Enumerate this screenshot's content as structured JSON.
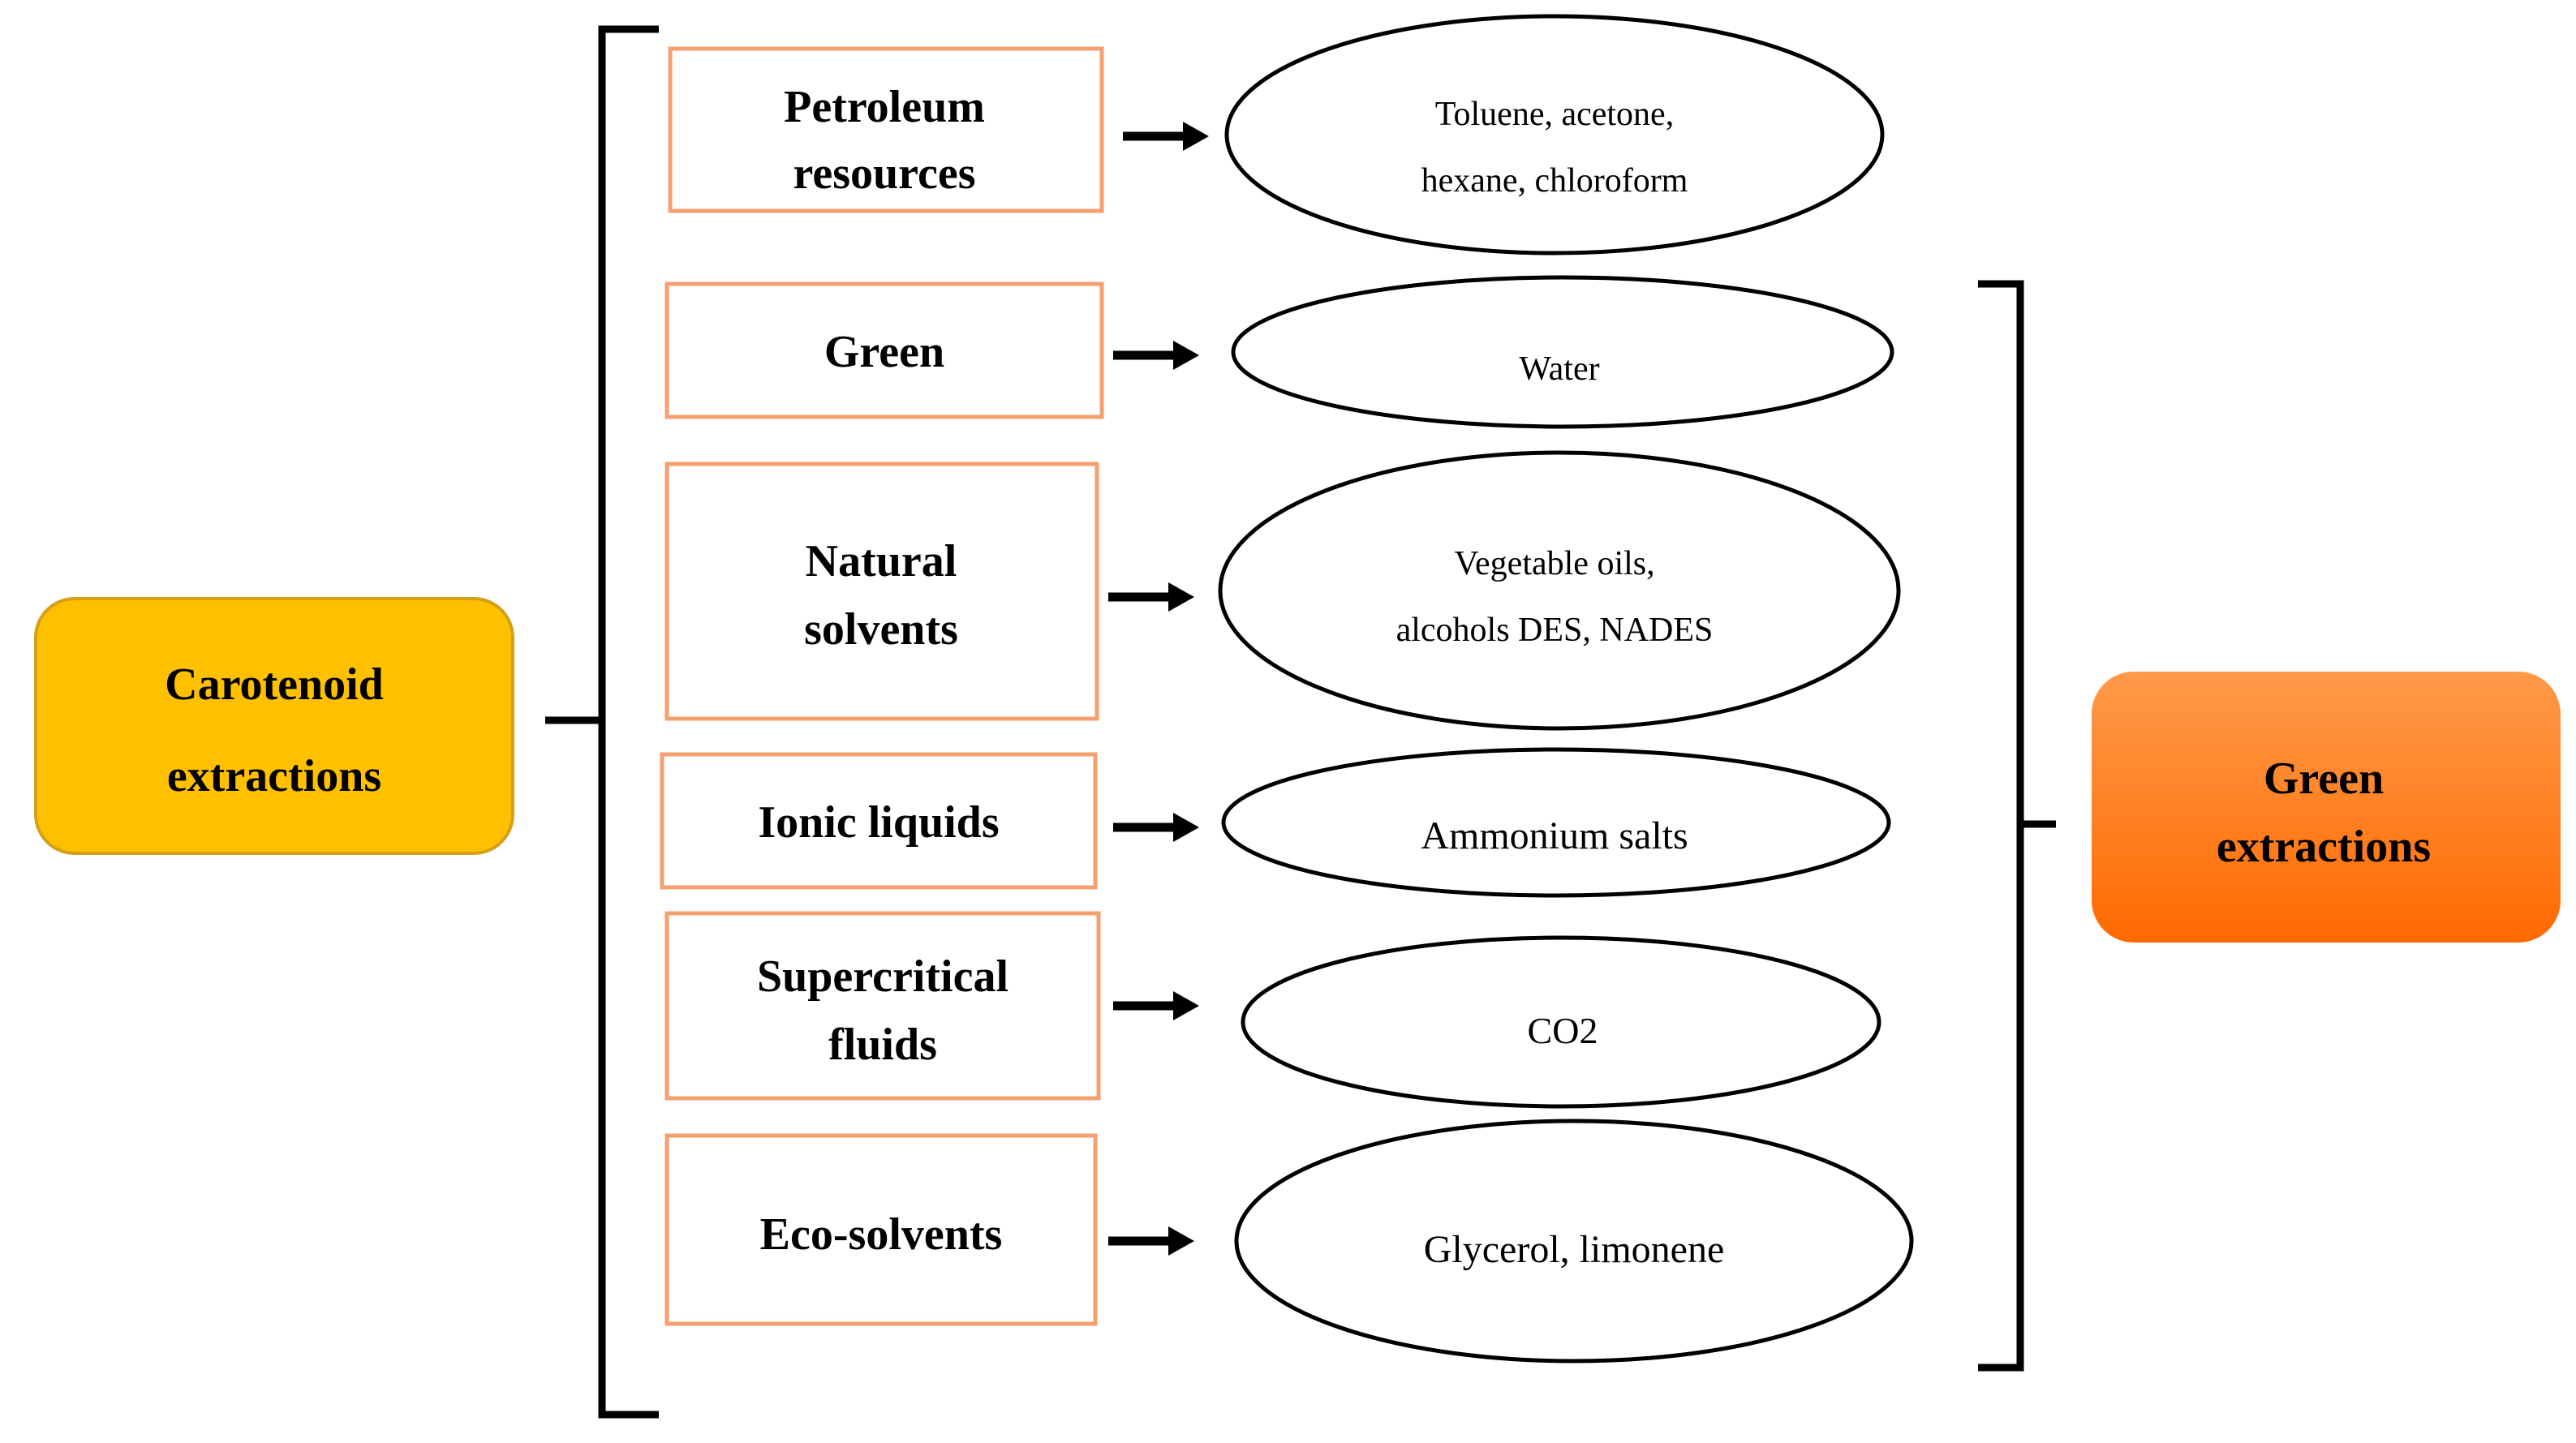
{
  "left_node": {
    "lines": [
      "Carotenoid",
      "extractions"
    ],
    "color": "#FFC000",
    "border": "#D4A017"
  },
  "right_node": {
    "lines": [
      "Green",
      "extractions"
    ],
    "color_top": "#FF9A4A",
    "color_bottom": "#FF6A00"
  },
  "box_border_color": "#F4A070",
  "rows": [
    {
      "category": [
        "Petroleum",
        "resources"
      ],
      "solvents": [
        "Toluene, acetone,",
        "hexane, chloroform"
      ]
    },
    {
      "category": [
        "Green"
      ],
      "solvents": [
        "Water"
      ]
    },
    {
      "category": [
        "Natural",
        "solvents"
      ],
      "solvents": [
        "Vegetable oils,",
        "alcohols DES, NADES"
      ]
    },
    {
      "category": [
        "Ionic liquids"
      ],
      "solvents": [
        "Ammonium salts"
      ]
    },
    {
      "category": [
        "Supercritical",
        "fluids"
      ],
      "solvents": [
        "CO2"
      ]
    },
    {
      "category": [
        "Eco-solvents"
      ],
      "solvents": [
        "Glycerol, limonene"
      ]
    }
  ]
}
